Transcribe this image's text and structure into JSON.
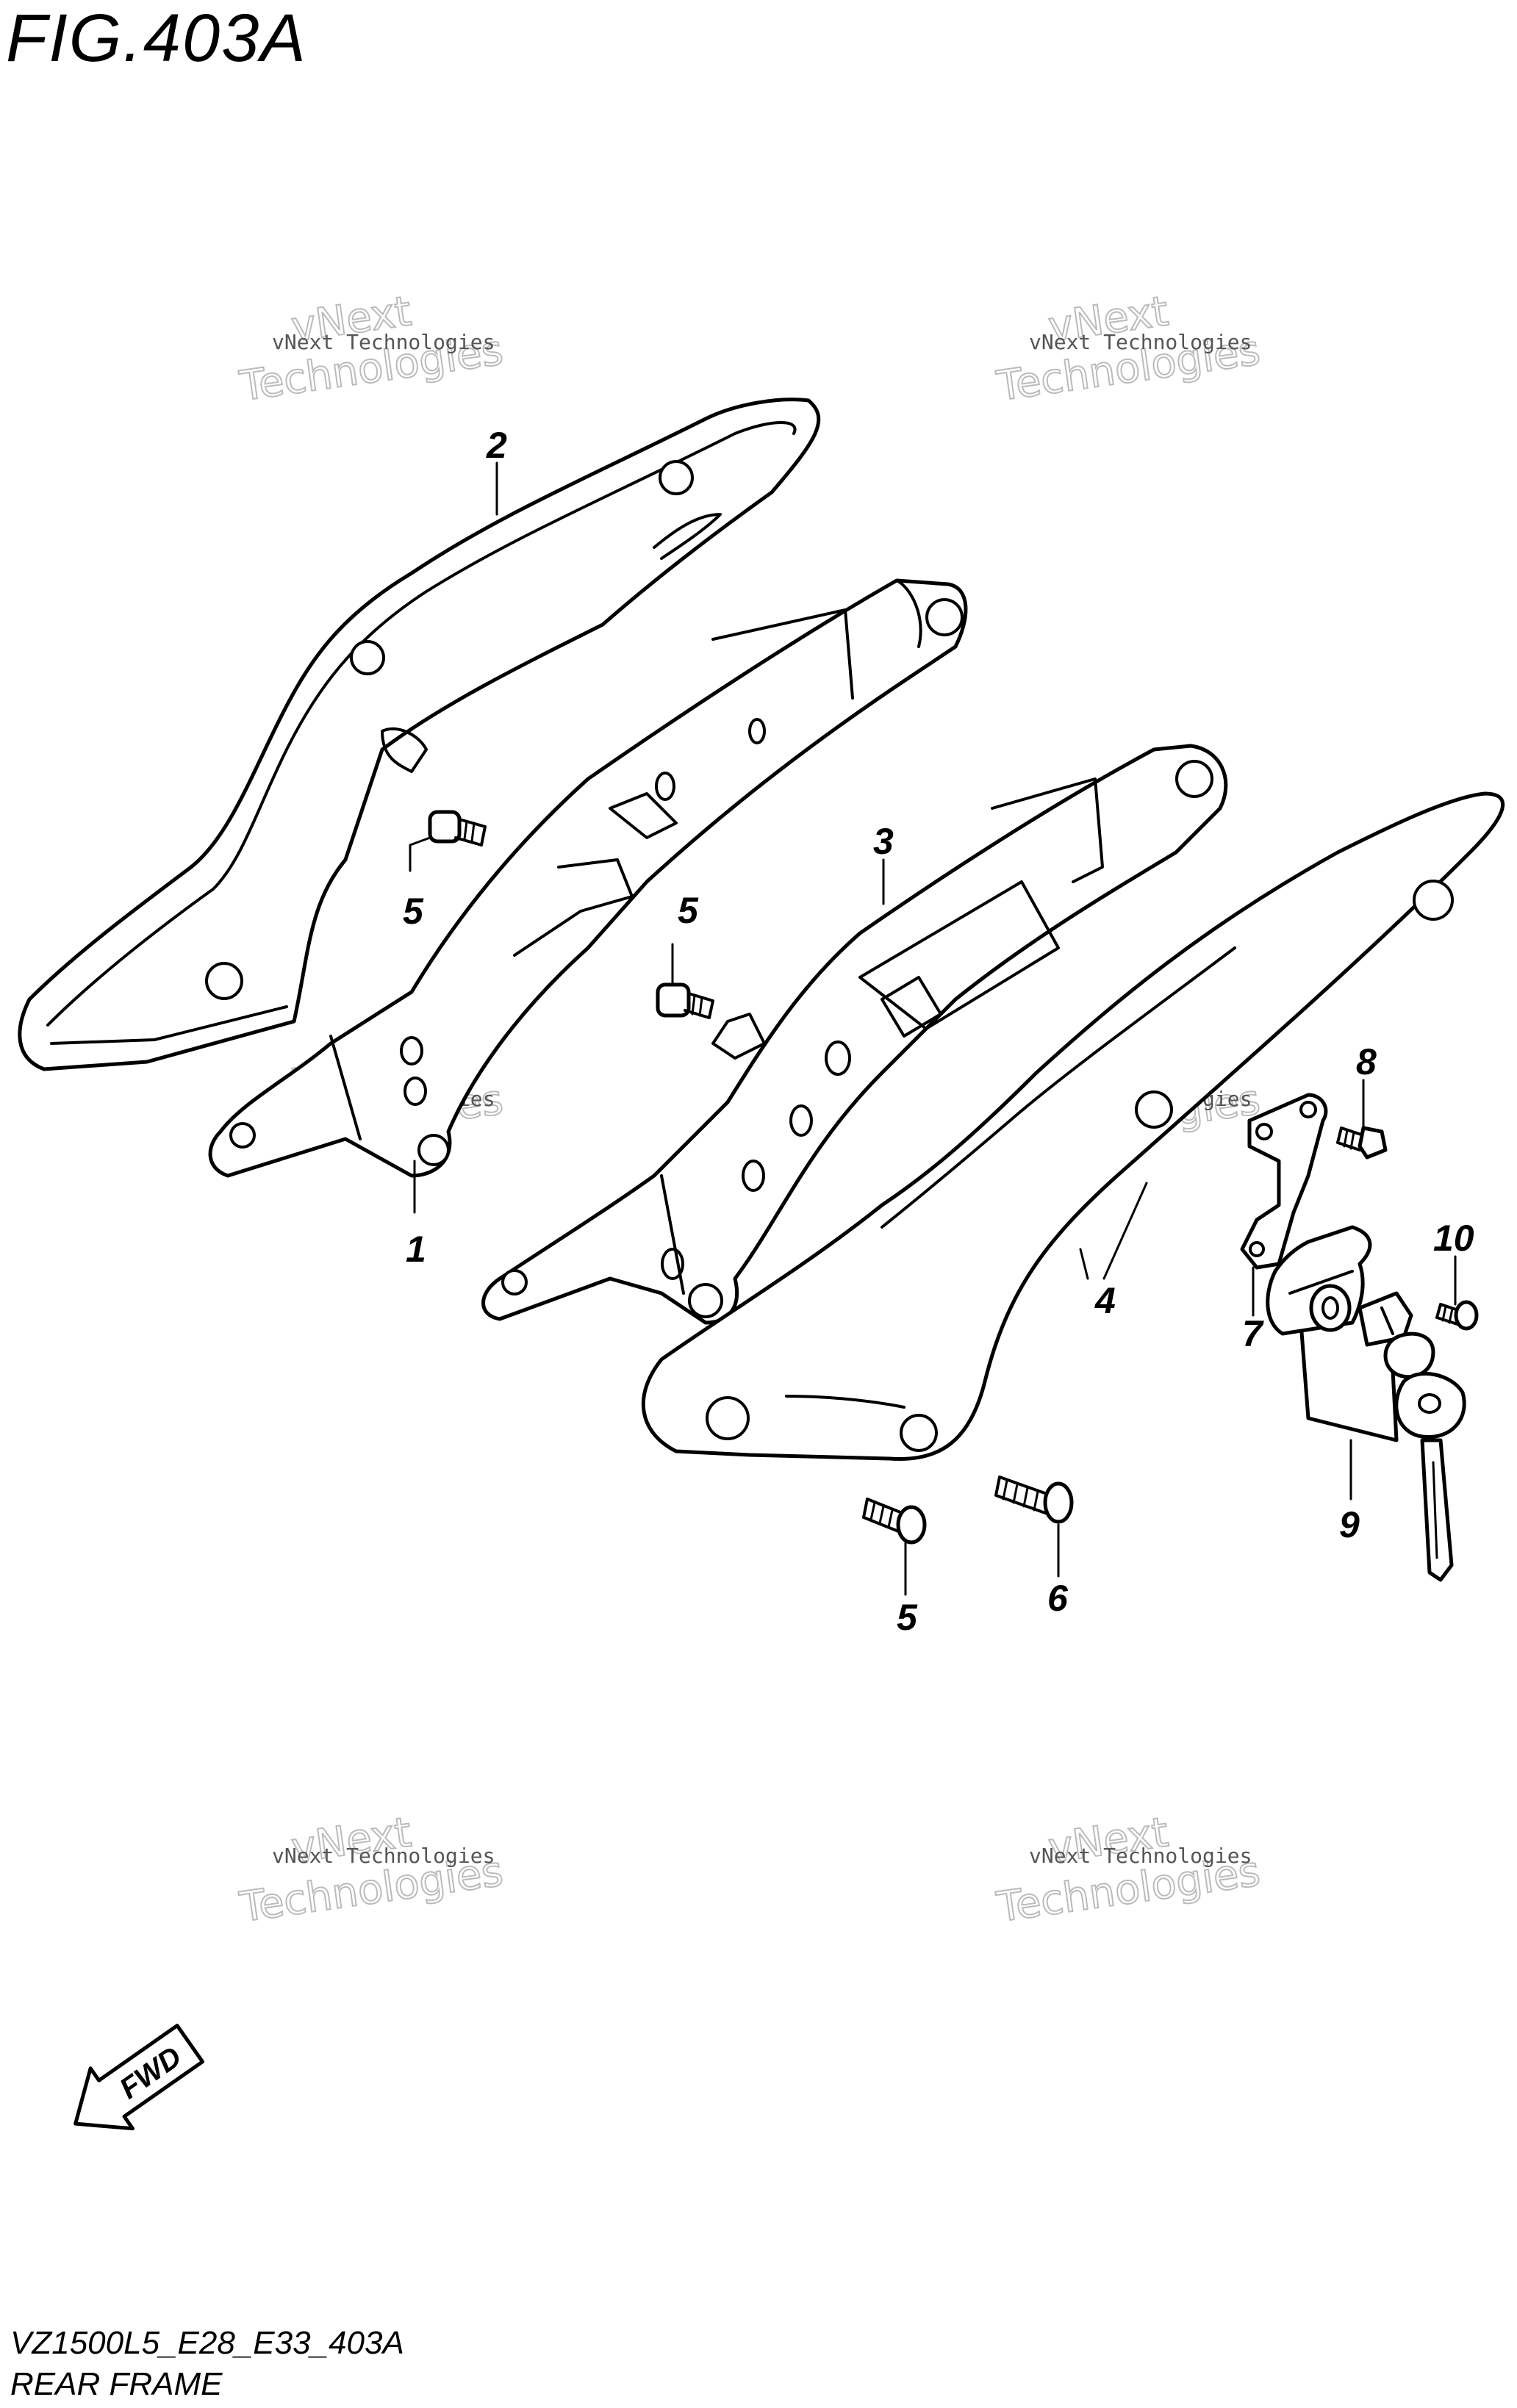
{
  "header": {
    "figure_label": "FIG.403A"
  },
  "footer": {
    "model_code": "VZ1500L5_E28_E33_403A",
    "section_name": "REAR FRAME"
  },
  "watermark": {
    "line1": "vNext Technologies",
    "line2a": "vNext",
    "line2b": "Technologies"
  },
  "fwd_indicator": {
    "label": "FWD"
  },
  "callouts": {
    "c1": "1",
    "c2": "2",
    "c3": "3",
    "c4": "4",
    "c5a": "5",
    "c5b": "5",
    "c5c": "5",
    "c6": "6",
    "c7": "7",
    "c8": "8",
    "c9": "9",
    "c10": "10"
  }
}
